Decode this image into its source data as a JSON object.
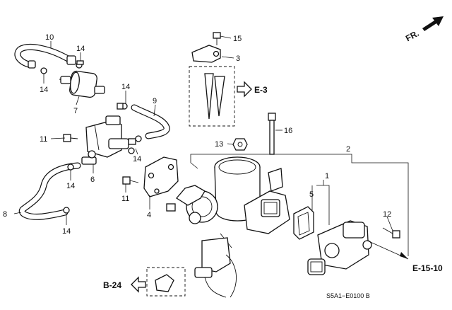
{
  "diagram": {
    "orientation_label": "FR.",
    "reference_labels": {
      "e3": "E-3",
      "e1510": "E-15-10",
      "b24": "B-24"
    },
    "drawing_code": "S5A1−E0100 B",
    "callouts": {
      "c1": "1",
      "c2": "2",
      "c3": "3",
      "c4": "4",
      "c5": "5",
      "c6": "6",
      "c7": "7",
      "c8": "8",
      "c9": "9",
      "c10": "10",
      "c11a": "11",
      "c11b": "11",
      "c12": "12",
      "c13": "13",
      "c14a": "14",
      "c14b": "14",
      "c14c": "14",
      "c14d": "14",
      "c14e": "14",
      "c14f": "14",
      "c15": "15",
      "c16": "16"
    }
  }
}
